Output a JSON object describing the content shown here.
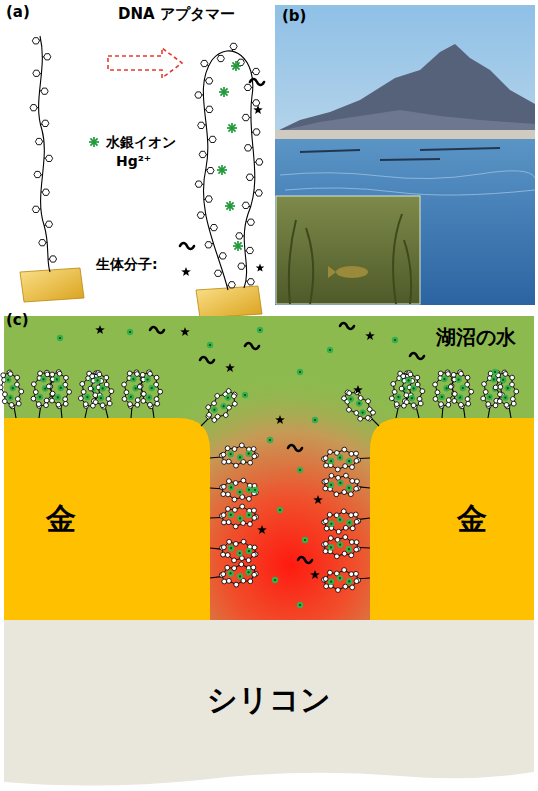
{
  "diagram": {
    "nodes": [
      {
        "text": [
          "湖沼の水"
        ]
      },
      {
        "text": [
          "金"
        ]
      },
      {
        "text": [
          "金"
        ]
      },
      {
        "text": [
          "シリコン"
        ]
      }
    ],
    "labels": [
      "(a)",
      "DNA アプタマー",
      "水銀イオン",
      "Hg²⁺",
      "生体分子:",
      "(b)",
      "(c)"
    ]
  }
}
